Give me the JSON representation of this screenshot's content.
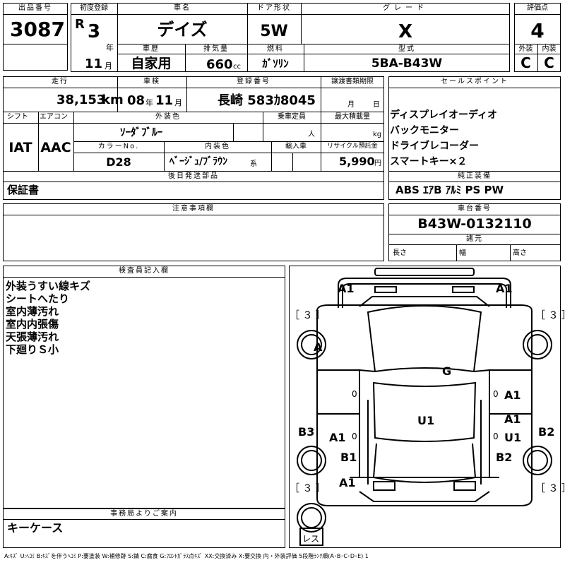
{
  "header": {
    "lot_no_label": "出品番号",
    "lot_no": "3087",
    "first_reg_label": "初度登録",
    "era": "R",
    "year": "3",
    "year_unit": "年",
    "month": "11",
    "month_unit": "月",
    "car_name_label": "車名",
    "car_name": "デイズ",
    "door_label": "ドア形状",
    "door": "5W",
    "grade_label": "グレード",
    "grade": "X",
    "score_label": "評価点",
    "score": "4",
    "history_label": "車歴",
    "history": "自家用",
    "displacement_label": "排気量",
    "displacement": "660",
    "displacement_unit": "cc",
    "fuel_label": "燃料",
    "fuel": "ｶﾞｿﾘﾝ",
    "model_label": "型式",
    "model": "5BA-B43W",
    "exterior_label": "外装",
    "exterior": "C",
    "interior_label": "内装",
    "interior": "C"
  },
  "row2": {
    "mileage_label": "走行",
    "mileage": "38,153",
    "mileage_unit": "km",
    "inspection_label": "車検",
    "insp_year": "08",
    "insp_year_unit": "年",
    "insp_month": "11",
    "insp_month_unit": "月",
    "reg_no_label": "登録番号",
    "reg_no": "長崎 583ｶ8045",
    "transfer_label": "譲渡書類期限",
    "transfer_month_unit": "月",
    "transfer_day_unit": "日",
    "shift_label": "シフト",
    "shift": "IAT",
    "ac_label": "エアコン",
    "ac": "AAC",
    "ext_color_label": "外装色",
    "ext_color": "ｿｰﾀﾞﾌﾞﾙｰ",
    "capacity_label": "乗車定員",
    "capacity_unit": "人",
    "max_load_label": "最大積載量",
    "max_load_unit": "kg",
    "color_no_label": "カラーNo.",
    "color_no": "D28",
    "int_color_label": "内装色",
    "int_color": "ﾍﾞｰｼﾞｭ/ﾌﾞﾗｳﾝ",
    "int_color_suffix": "系",
    "import_label": "輸入車",
    "recycle_label": "リサイクル預託金",
    "recycle": "5,990",
    "recycle_unit": "円",
    "later_label": "後日発送部品",
    "later": "保証書"
  },
  "sales": {
    "label": "セールスポイント",
    "items": [
      "ディスプレイオーディオ",
      "バックモニター",
      "ドライブレコーダー",
      "スマートキー×２"
    ]
  },
  "equipment": {
    "label": "純正装備",
    "value": "ABS ｴｱB ｱﾙﾐ PS PW"
  },
  "notes": {
    "label": "注意事項欄"
  },
  "chassis": {
    "label": "車台番号",
    "value": "B43W-0132110",
    "spec_label": "諸元",
    "length": "長さ",
    "width": "幅",
    "height": "高さ"
  },
  "inspector": {
    "label": "検査員記入欄",
    "items": [
      "外装うすい線キズ",
      "シートへたり",
      "室内薄汚れ",
      "室内内張傷",
      "天張薄汚れ",
      "下廻りＳ小"
    ]
  },
  "office": {
    "label": "事務局よりご案内",
    "value": "キーケース"
  },
  "diagram": {
    "bracket_3": "［ ３ ］",
    "tire_label": "レス",
    "codes": {
      "a1_tl": "A1",
      "a1_tr": "A1",
      "a_wheel": "A",
      "g": "G",
      "a1_rf": "A1",
      "u1": "U1",
      "b3_l": "B3",
      "a1_l": "A1",
      "a1_r": "A1",
      "u1_r": "U1",
      "b3_r": "B2",
      "b1_l": "B1",
      "b2_r": "B2",
      "a1_b": "A1"
    },
    "zero": "0"
  },
  "legend": "A:ｷｽﾞ U:ﾍｺﾐ B:ｷｽﾞを伴うﾍｺﾐ P:要塗装 W:補修跡 S:錆 C:腐食 G:ﾌﾛﾝﾄｶﾞﾗｽ点ｷｽﾞ XX:交換済み X:要交換 内・外装評価 5段階ﾗﾝｸ順(A･B･C･D･E) 1"
}
